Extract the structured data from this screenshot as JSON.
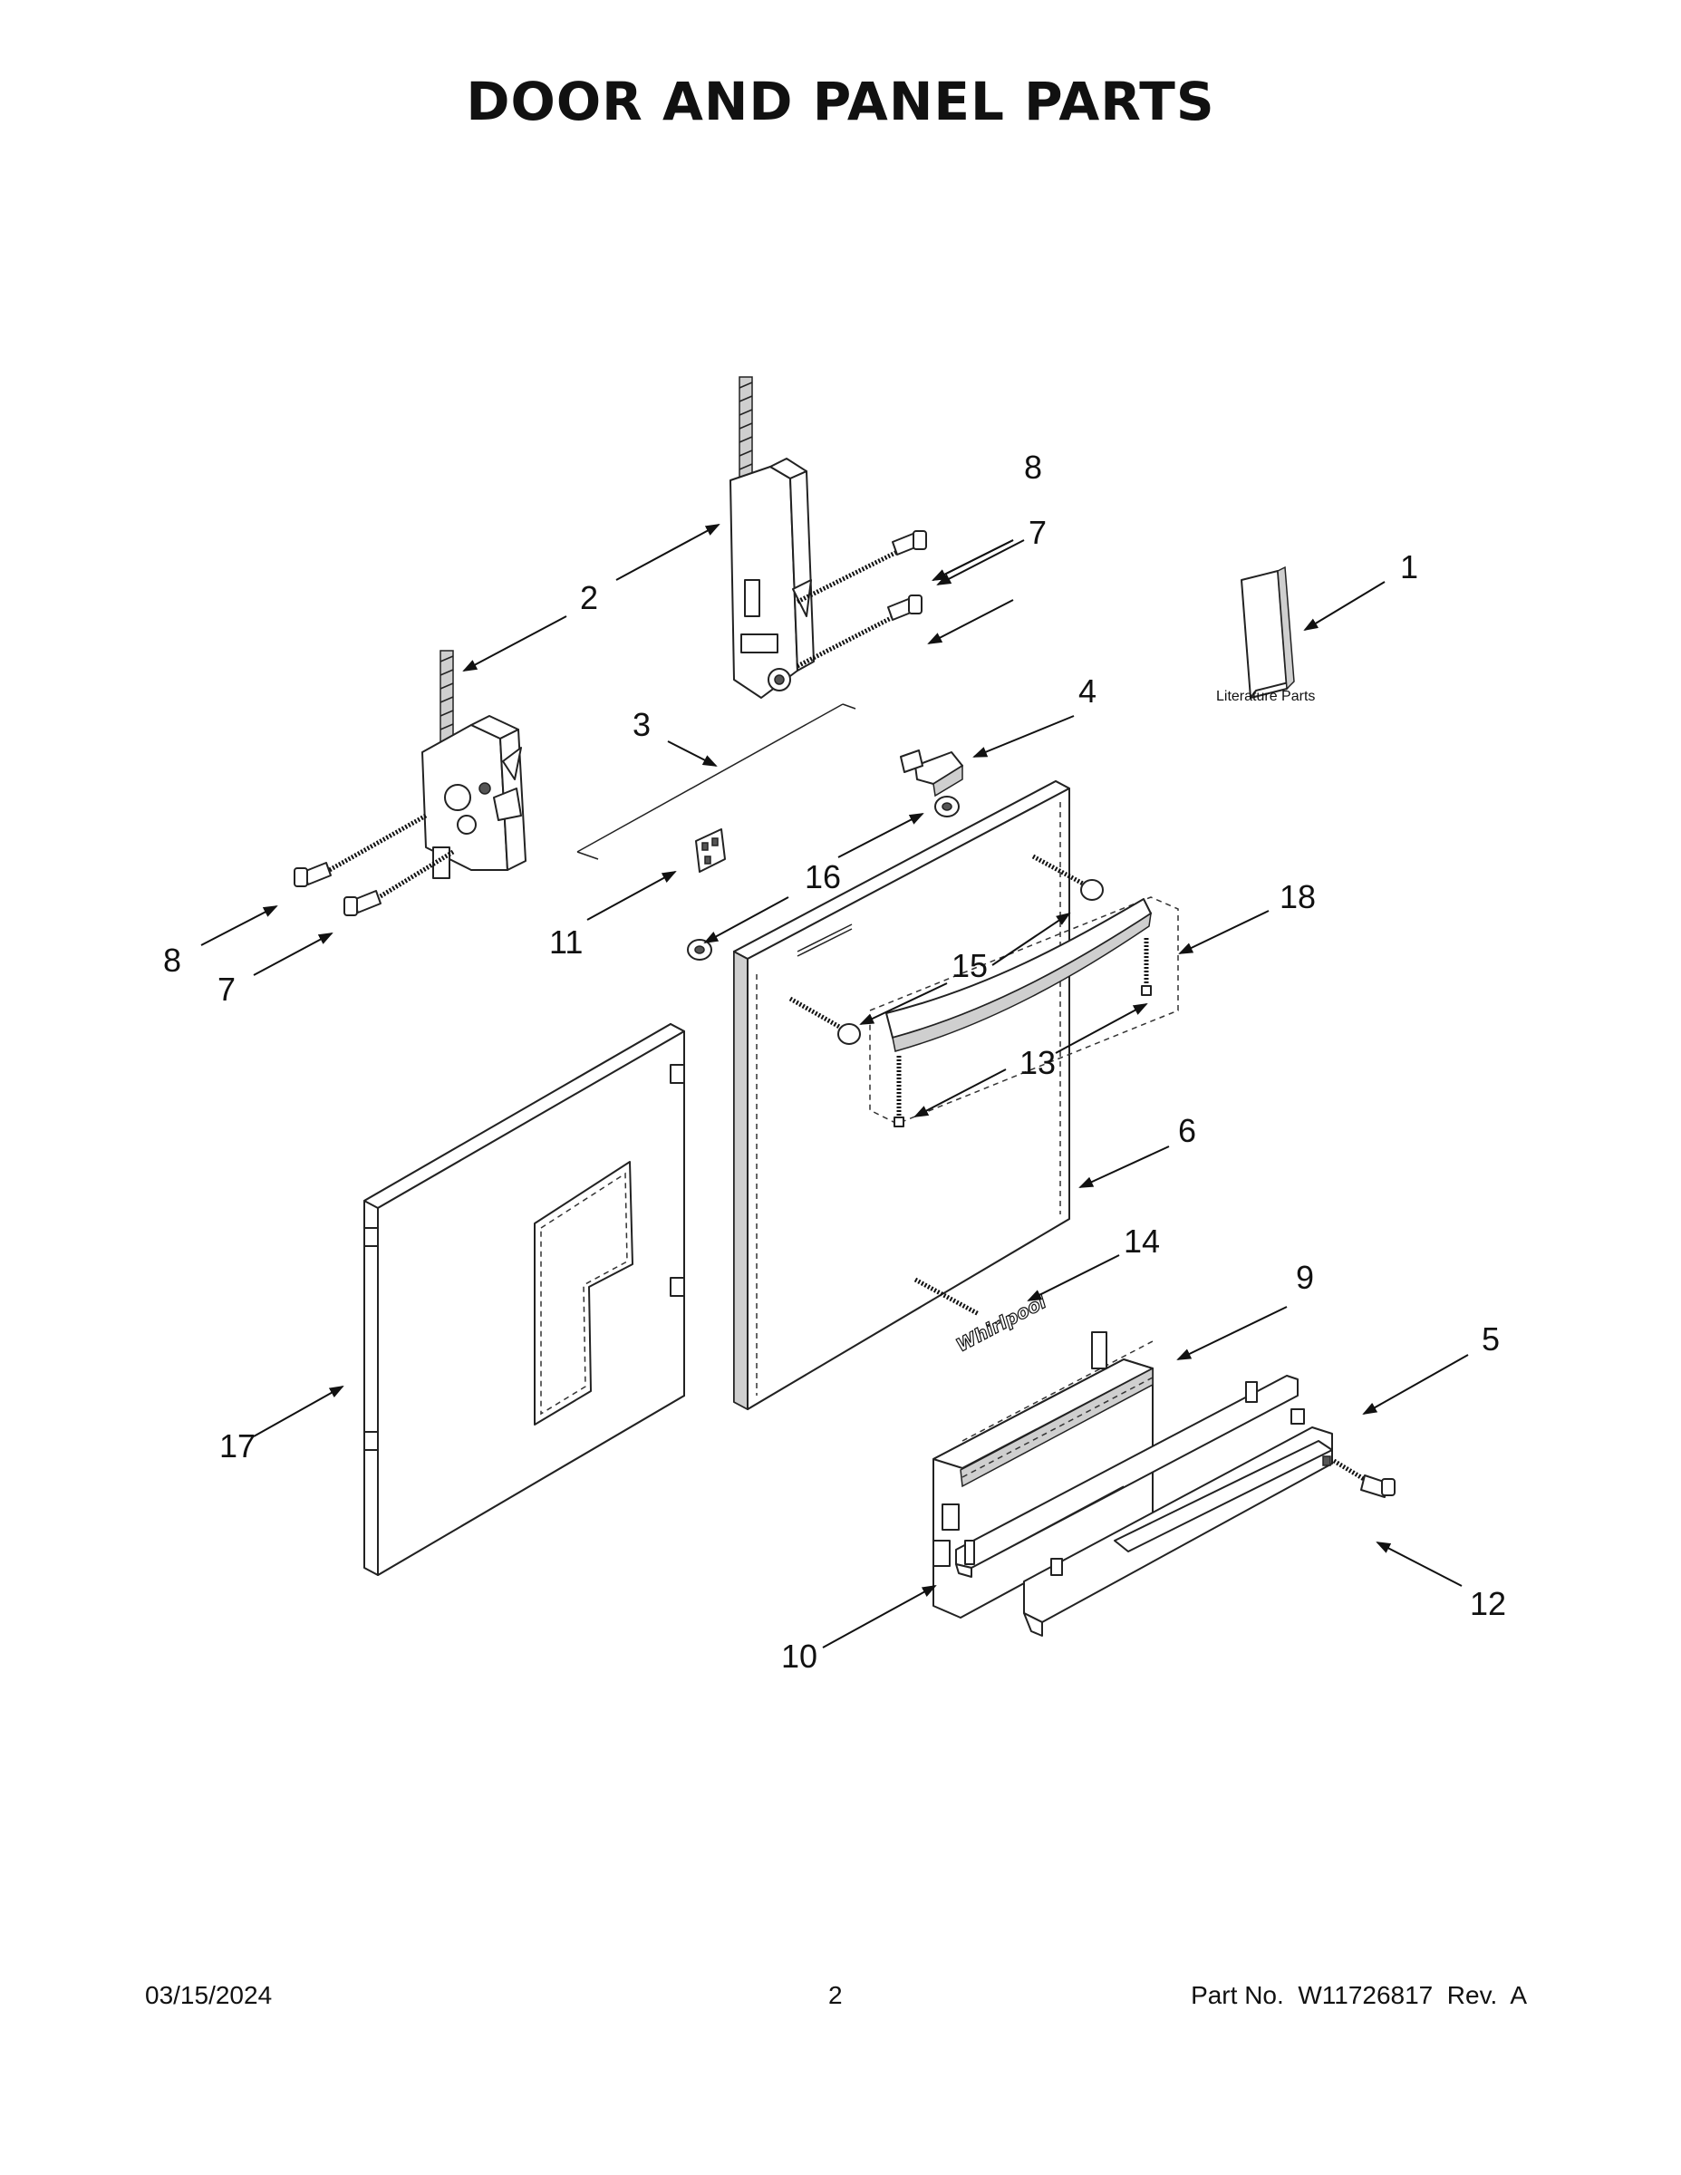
{
  "title": "DOOR AND PANEL PARTS",
  "literature_label": "Literature Parts",
  "logo_text": "Whirlpool",
  "callouts": {
    "c1": "1",
    "c2": "2",
    "c3": "3",
    "c4": "4",
    "c5": "5",
    "c6": "6",
    "c7a": "7",
    "c7b": "7",
    "c8a": "8",
    "c8b": "8",
    "c9": "9",
    "c10": "10",
    "c11": "11",
    "c12": "12",
    "c13": "13",
    "c14": "14",
    "c15": "15",
    "c16": "16",
    "c17": "17",
    "c18": "18"
  },
  "footer": {
    "date": "03/15/2024",
    "page": "2",
    "part_number": "Part No.  W11726817  Rev.  A"
  }
}
